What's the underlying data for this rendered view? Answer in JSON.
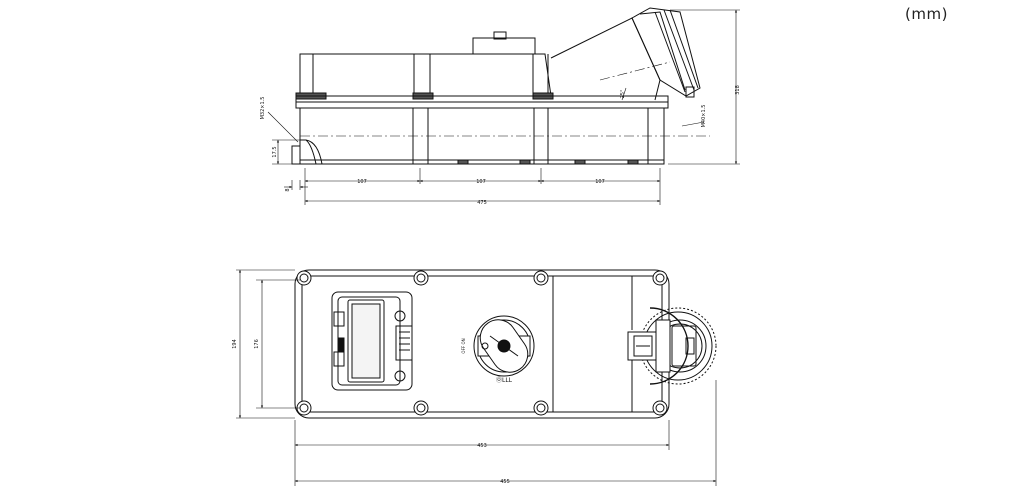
{
  "unit_label": "(mm)",
  "side_view": {
    "dimensions": {
      "height_total": "318",
      "m32": "M32×1.5",
      "m40": "M40×1.5",
      "spacing_1": "107",
      "spacing_2": "107",
      "spacing_3": "107",
      "total_length": "475",
      "d_17_5": "17.5",
      "d_8": "8",
      "angle": "25°"
    }
  },
  "top_view": {
    "dimensions": {
      "height_outer": "194",
      "height_inner": "176",
      "length_inner": "453",
      "length_total": "455"
    },
    "switch_labels": {
      "off_on": "OFF ON",
      "brand": "ⓄLLL"
    }
  }
}
